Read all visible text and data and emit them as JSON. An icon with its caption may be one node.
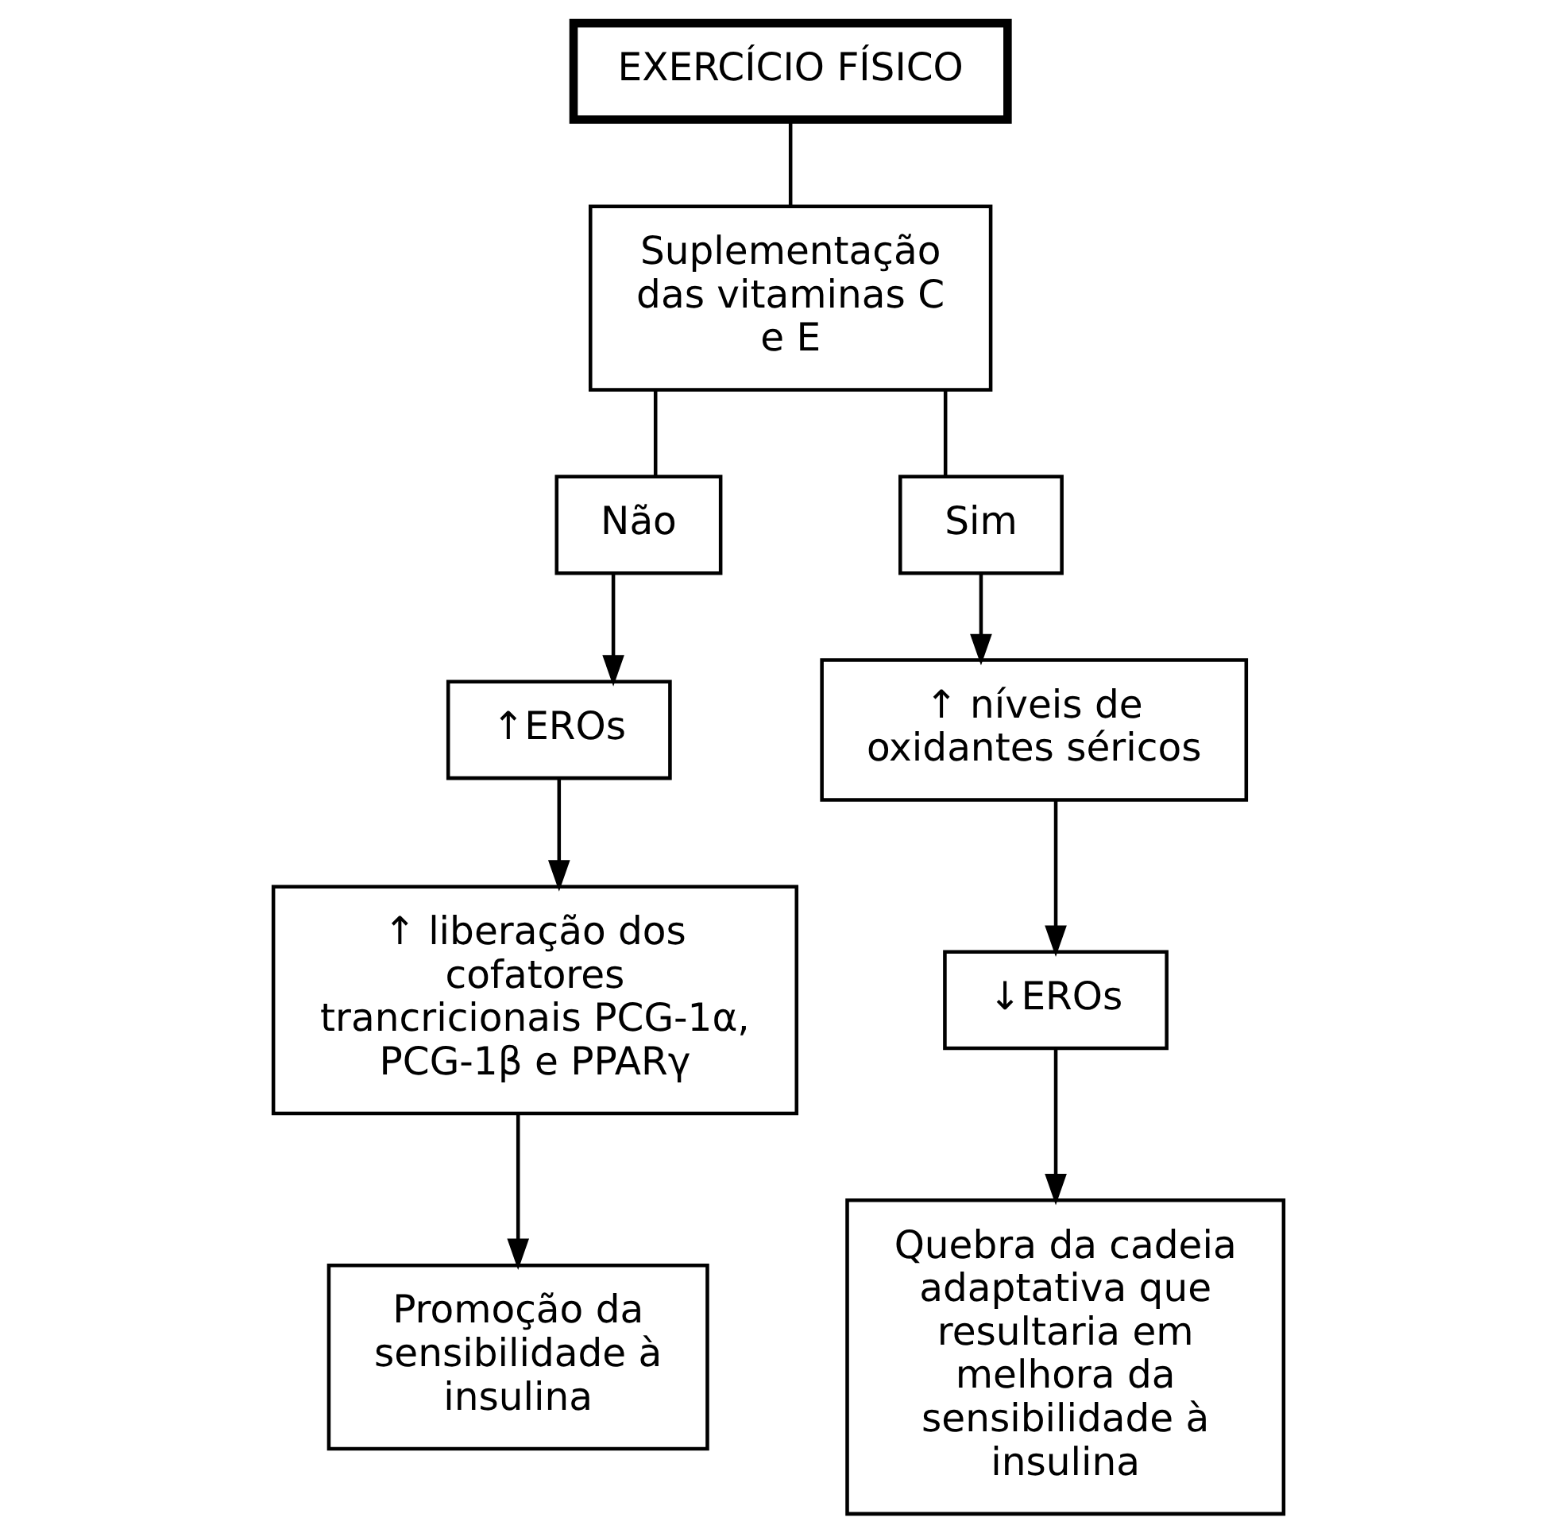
{
  "diagram": {
    "nodes": [
      {
        "text": [
          "EXERCÍCIO FÍSICO"
        ]
      },
      {
        "text": [
          "Suplementação das vitaminas C e E"
        ]
      },
      {
        "text": [
          "Não"
        ]
      },
      {
        "text": [
          "Sim"
        ]
      },
      {
        "text": [
          "↑EROs"
        ]
      },
      {
        "text": [
          "↑ liberação dos cofatores trancricionais PCG-1α, PCG-1β e PPARγ"
        ]
      },
      {
        "text": [
          "Promoção da sensibilidade à insulina"
        ]
      },
      {
        "text": [
          "↑ níveis de oxidantes séricos"
        ]
      },
      {
        "text": [
          "↓EROs"
        ]
      },
      {
        "text": [
          "Quebra da cadeia adaptativa que resultaria em melhora da sensibilidade à insulina"
        ]
      }
    ],
    "edges": [
      {
        "from": 0,
        "to": 1,
        "arrow": "none"
      },
      {
        "from": 1,
        "to": 2,
        "arrow": "none"
      },
      {
        "from": 1,
        "to": 3,
        "arrow": "none"
      },
      {
        "from": 2,
        "to": 4,
        "arrow": "to"
      },
      {
        "from": 4,
        "to": 5,
        "arrow": "to"
      },
      {
        "from": 5,
        "to": 6,
        "arrow": "to"
      },
      {
        "from": 3,
        "to": 7,
        "arrow": "to"
      },
      {
        "from": 7,
        "to": 8,
        "arrow": "to"
      },
      {
        "from": 8,
        "to": 9,
        "arrow": "to"
      }
    ]
  }
}
